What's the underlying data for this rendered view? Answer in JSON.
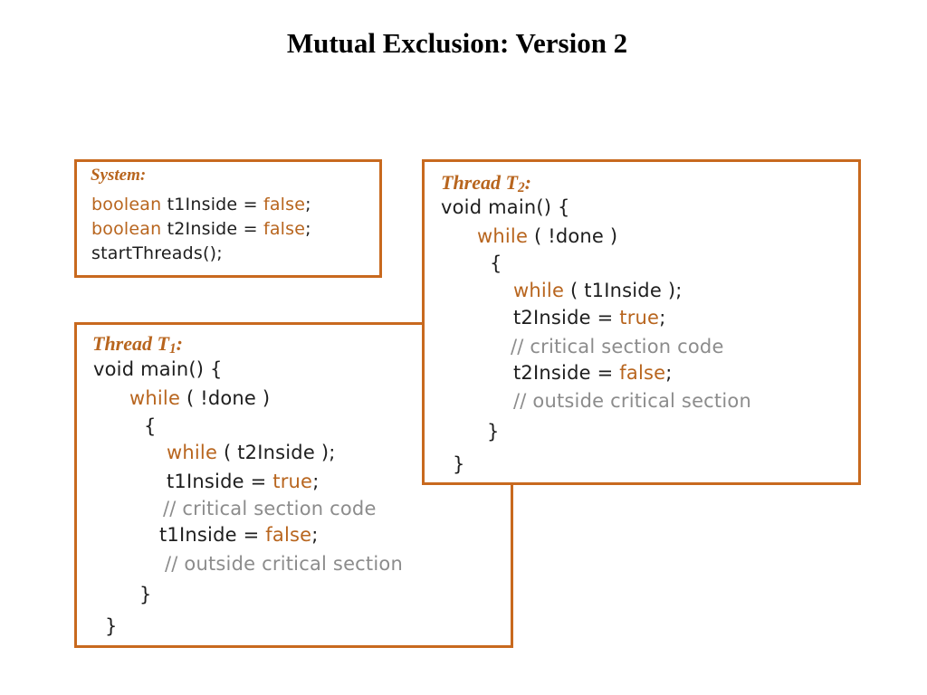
{
  "title": "Mutual Exclusion: Version 2",
  "system": {
    "label": "System:",
    "lines": [
      {
        "kw": "boolean",
        "rest": " t1Inside = ",
        "val": "false",
        "end": ";"
      },
      {
        "kw": "boolean",
        "rest": " t2Inside = ",
        "val": "false",
        "end": ";"
      },
      {
        "text": "startThreads();"
      }
    ]
  },
  "thread1": {
    "label_prefix": "Thread T",
    "label_sub": "1",
    "label_suffix": ":",
    "main_decl": "void main() {",
    "while_kw": "while",
    "while_cond": " ( !done )",
    "open_brace": "{",
    "inner_while_kw": "while",
    "inner_while_cond": " ( t2Inside );",
    "set_own_pre": "t1Inside = ",
    "set_own_val": "true",
    "set_end": ";",
    "critical_comment": "// critical section code",
    "reset_own_pre": "t1Inside = ",
    "reset_own_val": "false",
    "outside_comment": "// outside critical section",
    "close_inner": "}",
    "close_outer": "}"
  },
  "thread2": {
    "label_prefix": "Thread T",
    "label_sub": "2",
    "label_suffix": ":",
    "main_decl": "void main() {",
    "while_kw": "while",
    "while_cond": " ( !done )",
    "open_brace": "{",
    "inner_while_kw": "while",
    "inner_while_cond": " ( t1Inside );",
    "set_own_pre": "t2Inside = ",
    "set_own_val": "true",
    "set_end": ";",
    "critical_comment": "// critical section code",
    "reset_own_pre": "t2Inside = ",
    "reset_own_val": "false",
    "outside_comment": "// outside critical section",
    "close_inner": "}",
    "close_outer": "}"
  },
  "colors": {
    "border": "#c8691e",
    "keyword": "#b8651e",
    "comment": "#8c8c8c",
    "text": "#1e1e1e"
  }
}
